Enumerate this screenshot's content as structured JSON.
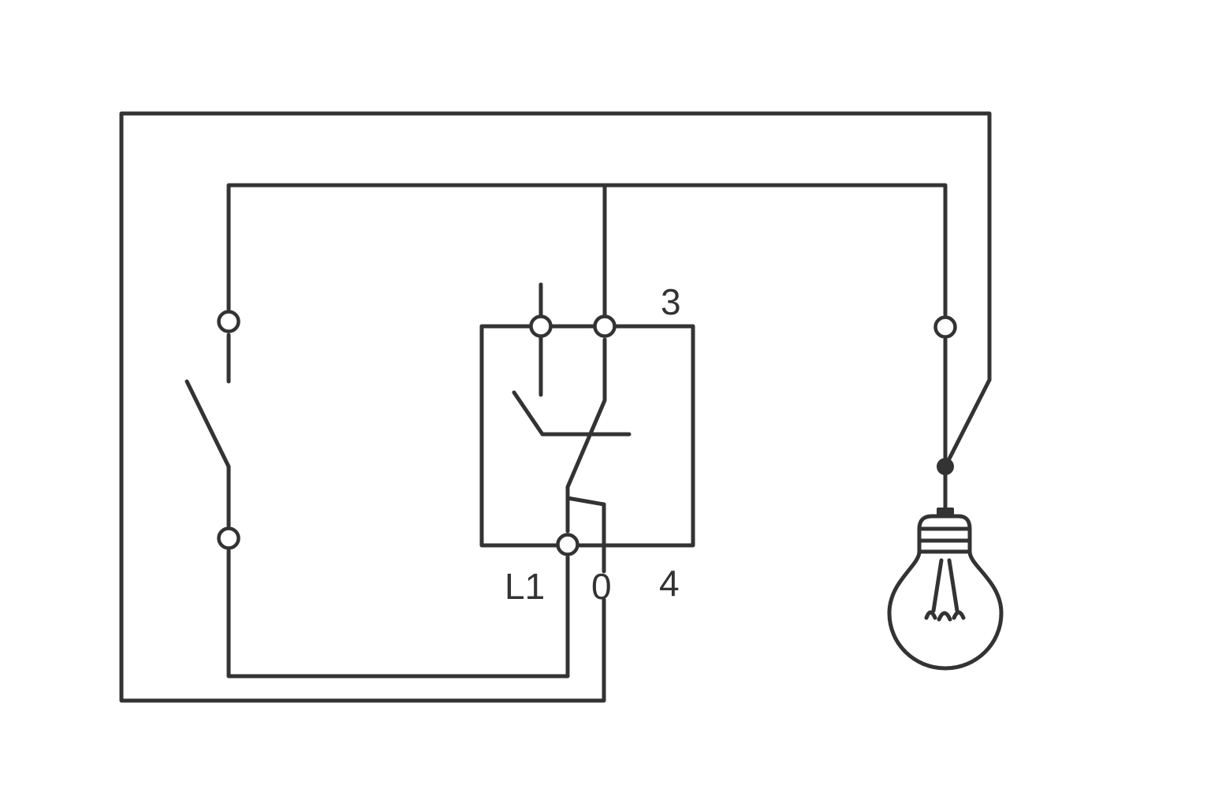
{
  "colors": {
    "line": "#333333",
    "background": "#ffffff"
  },
  "labels": {
    "terminal_3": "3",
    "terminal_l1": "L1",
    "terminal_0": "0",
    "terminal_4": "4"
  }
}
